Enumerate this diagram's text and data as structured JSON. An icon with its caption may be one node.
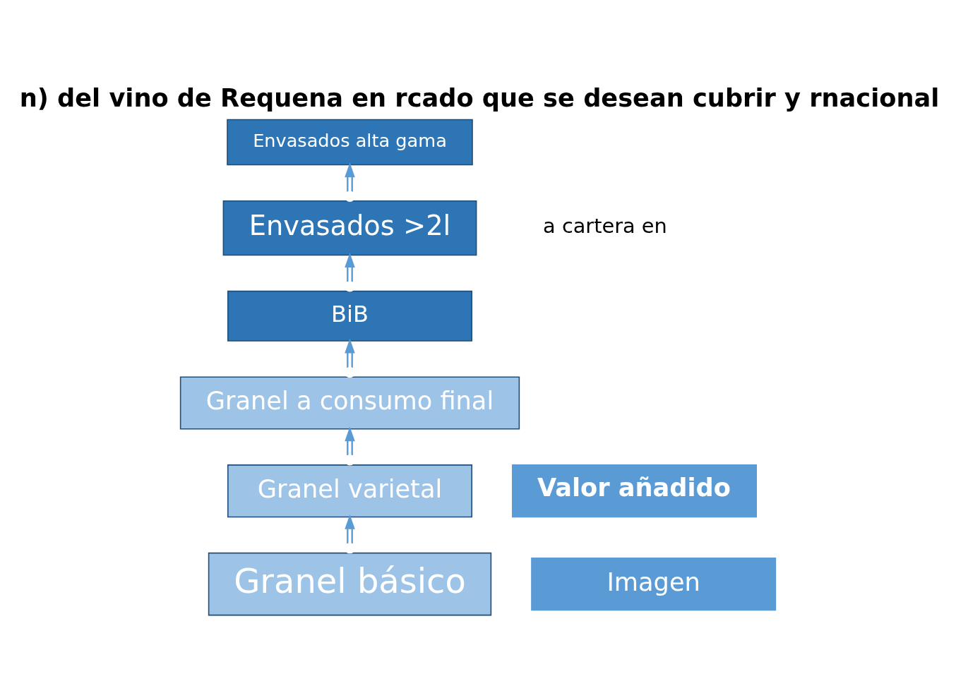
{
  "diagram": {
    "title": "n) del vino de Requena en rcado que se desean cubrir y rnacional",
    "nodes": [
      {
        "text": [
          "Granel básico"
        ]
      },
      {
        "text": [
          "Granel varietal"
        ]
      },
      {
        "text": [
          "Granel a consumo final"
        ]
      },
      {
        "text": [
          "BiB"
        ]
      },
      {
        "text": [
          "Envasados >2l"
        ]
      },
      {
        "text": [
          "Envasados alta gama"
        ]
      },
      {
        "text": [
          "Valor añadido"
        ]
      },
      {
        "text": [
          "Imagen"
        ]
      }
    ],
    "edges": [
      {
        "from": 0,
        "to": 1,
        "arrow": "to"
      },
      {
        "from": 1,
        "to": 2,
        "arrow": "to"
      },
      {
        "from": 2,
        "to": 3,
        "arrow": "to"
      },
      {
        "from": 3,
        "to": 4,
        "arrow": "to"
      },
      {
        "from": 4,
        "to": 5,
        "arrow": "to"
      }
    ],
    "labels": [
      "a cartera en"
    ]
  }
}
